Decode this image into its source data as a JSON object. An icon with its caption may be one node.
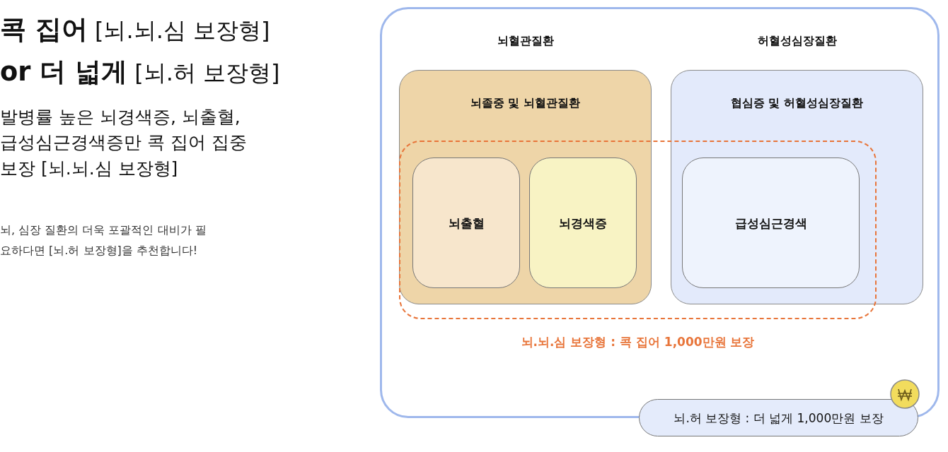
{
  "diagram": {
    "nodes": [
      {
        "text": [],
        "shape": "box"
      },
      {
        "text": [
          "뇌혈관질환",
          "뇌졸중 및 뇌혈관질환"
        ],
        "in": 0
      },
      {
        "text": [
          "뇌출혈"
        ]
      },
      {
        "text": [
          "뇌경색증"
        ]
      },
      {
        "text": [
          "허혈성심장질환",
          "협심증 및 허혈성심장질환"
        ],
        "in": 0
      },
      {
        "text": [
          "급성심근경색"
        ]
      },
      {
        "text": [
          "뇌.뇌.심 보장형 : 콕 집어 1,000만원 보장"
        ],
        "in": 0
      },
      {
        "text": [
          "뇌.허 보장형 : 더 넓게 1,000만원 보장"
        ]
      }
    ],
    "labels": [
      "**콕 집어** [뇌.뇌.심 보장형]",
      "**or 더 넓게** [뇌.허 보장형]",
      "발병률 높은 뇌경색증, 뇌출혈, 급성심근경색증만 콕 집어 집중보장 [뇌.뇌.심 보장형]",
      "뇌, 심장 질환의 더욱 포괄적인 대비가 필요하다면 [뇌.허 보장형]을 추천합니다!"
    ]
  }
}
